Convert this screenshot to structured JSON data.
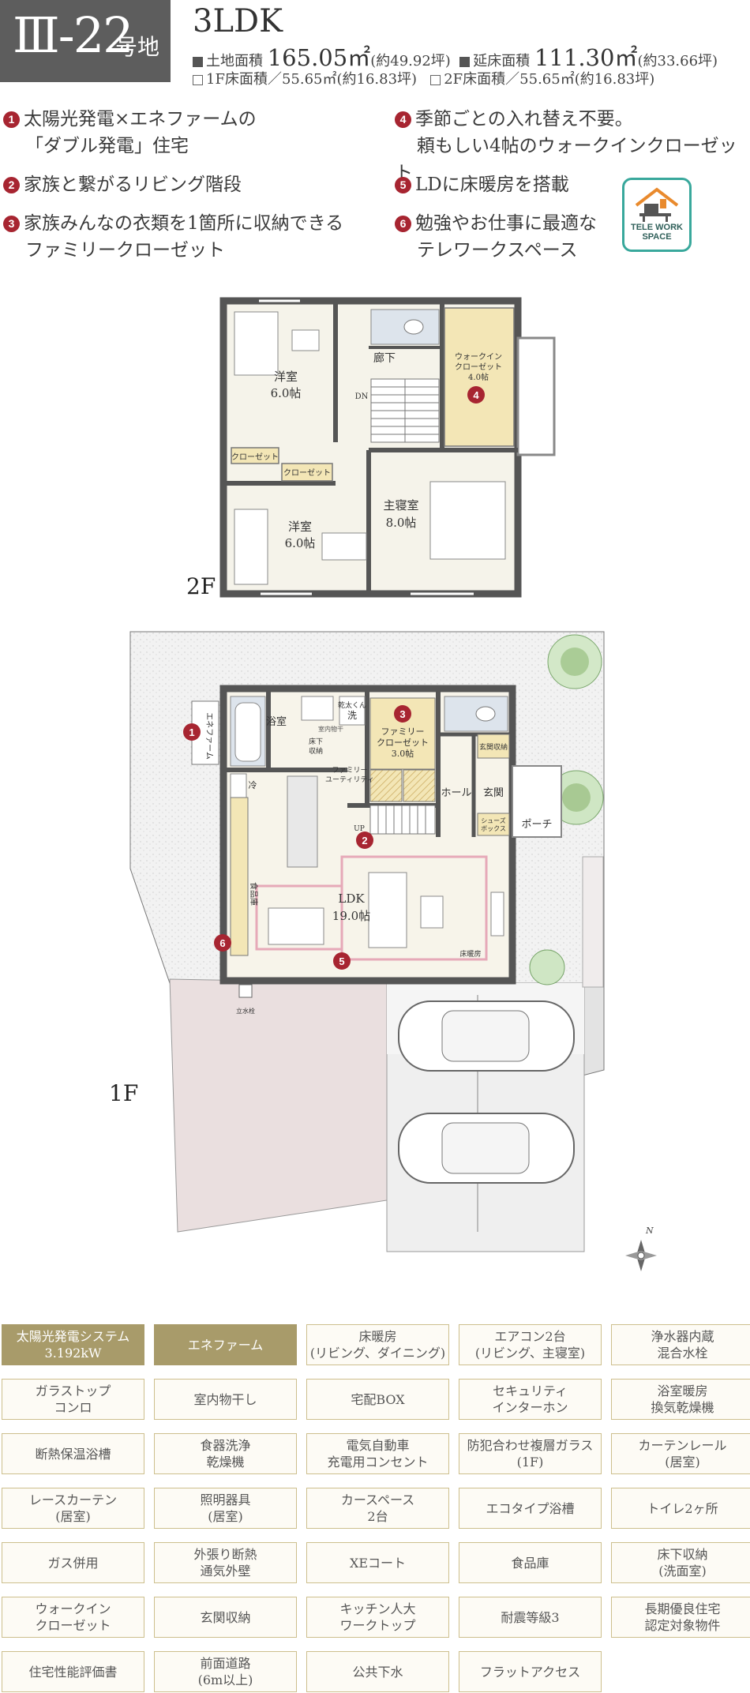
{
  "header": {
    "lot_number": "Ⅲ-22",
    "lot_suffix": "号地",
    "plan_type": "3LDK",
    "land_area_label": "土地面積",
    "land_area_value": "165.05㎡",
    "land_area_tsubo": "(約49.92坪)",
    "floor_area_label": "延床面積",
    "floor_area_value": "111.30㎡",
    "floor_area_tsubo": "(約33.66坪)",
    "first_floor_area": "1F床面積／55.65㎡(約16.83坪)",
    "second_floor_area": "2F床面積／55.65㎡(約16.83坪)"
  },
  "features": [
    {
      "num": "1",
      "line1": "太陽光発電×エネファームの",
      "line2": "「ダブル発電」住宅"
    },
    {
      "num": "2",
      "line1": "家族と繋がるリビング階段",
      "line2": ""
    },
    {
      "num": "3",
      "line1": "家族みんなの衣類を1箇所に収納できる",
      "line2": "ファミリークローゼット"
    },
    {
      "num": "4",
      "line1": "季節ごとの入れ替え不要。",
      "line2": "頼もしい4帖のウォークインクローゼット"
    },
    {
      "num": "5",
      "line1": "LDに床暖房を搭載",
      "line2": ""
    },
    {
      "num": "6",
      "line1": "勉強やお仕事に最適な",
      "line2": "テレワークスペース"
    }
  ],
  "telework_badge": {
    "line1": "TELE WORK",
    "line2": "SPACE"
  },
  "floor_plan": {
    "floor2_label": "2F",
    "floor1_label": "1F",
    "rooms2f": {
      "western1_name": "洋室",
      "western1_size": "6.0帖",
      "western2_name": "洋室",
      "western2_size": "6.0帖",
      "master_name": "主寝室",
      "master_size": "8.0帖",
      "hall": "廊下",
      "dn": "DN",
      "wic_line1": "ウォークイン",
      "wic_line2": "クローゼット",
      "wic_size": "4.0帖",
      "closet1": "クローゼット",
      "closet2": "クローゼット"
    },
    "rooms1f": {
      "enefarm": "エネファーム",
      "bath": "浴室",
      "dryer": "乾太くん",
      "laundry": "洗",
      "indoor_dry": "室内物干",
      "floor_storage_1": "床下",
      "floor_storage_2": "収納",
      "family_closet_line1": "ファミリー",
      "family_closet_line2": "クローゼット",
      "family_closet_size": "3.0帖",
      "family_utility_1": "ファミリー",
      "family_utility_2": "ユーティリティ",
      "entrance_storage": "玄関収納",
      "hall": "ホール",
      "entrance": "玄関",
      "shoes_box_1": "シューズ",
      "shoes_box_2": "ボックス",
      "porch": "ポーチ",
      "fridge": "冷",
      "pantry": "食品庫",
      "up": "UP",
      "ldk_name": "LDK",
      "ldk_size": "19.0帖",
      "floor_heating": "床暖房",
      "faucet": "立水栓"
    },
    "compass": "N",
    "markers": [
      "1",
      "2",
      "3",
      "4",
      "5",
      "6"
    ]
  },
  "equipment": [
    {
      "label": "太陽光発電システム\n3.192kW",
      "highlight": true
    },
    {
      "label": "エネファーム",
      "highlight": true
    },
    {
      "label": "床暖房\n(リビング、ダイニング)",
      "highlight": false
    },
    {
      "label": "エアコン2台\n(リビング、主寝室)",
      "highlight": false
    },
    {
      "label": "浄水器内蔵\n混合水栓",
      "highlight": false
    },
    {
      "label": "ガラストップ\nコンロ",
      "highlight": false
    },
    {
      "label": "室内物干し",
      "highlight": false
    },
    {
      "label": "宅配BOX",
      "highlight": false
    },
    {
      "label": "セキュリティ\nインターホン",
      "highlight": false
    },
    {
      "label": "浴室暖房\n換気乾燥機",
      "highlight": false
    },
    {
      "label": "断熱保温浴槽",
      "highlight": false
    },
    {
      "label": "食器洗浄\n乾燥機",
      "highlight": false
    },
    {
      "label": "電気自動車\n充電用コンセント",
      "highlight": false
    },
    {
      "label": "防犯合わせ複層ガラス\n(1F)",
      "highlight": false
    },
    {
      "label": "カーテンレール\n(居室)",
      "highlight": false
    },
    {
      "label": "レースカーテン\n(居室)",
      "highlight": false
    },
    {
      "label": "照明器具\n(居室)",
      "highlight": false
    },
    {
      "label": "カースペース\n2台",
      "highlight": false
    },
    {
      "label": "エコタイプ浴槽",
      "highlight": false
    },
    {
      "label": "トイレ2ヶ所",
      "highlight": false
    },
    {
      "label": "ガス併用",
      "highlight": false
    },
    {
      "label": "外張り断熱\n通気外壁",
      "highlight": false
    },
    {
      "label": "XEコート",
      "highlight": false
    },
    {
      "label": "食品庫",
      "highlight": false
    },
    {
      "label": "床下収納\n(洗面室)",
      "highlight": false
    },
    {
      "label": "ウォークイン\nクローゼット",
      "highlight": false
    },
    {
      "label": "玄関収納",
      "highlight": false
    },
    {
      "label": "キッチン人大\nワークトップ",
      "highlight": false
    },
    {
      "label": "耐震等級3",
      "highlight": false
    },
    {
      "label": "長期優良住宅\n認定対象物件",
      "highlight": false
    },
    {
      "label": "住宅性能評価書",
      "highlight": false
    },
    {
      "label": "前面道路\n(6m以上)",
      "highlight": false
    },
    {
      "label": "公共下水",
      "highlight": false
    },
    {
      "label": "フラットアクセス",
      "highlight": false
    }
  ],
  "colors": {
    "accent_red": "#a72531",
    "gold": "#a89b6a",
    "teal": "#39a89c"
  }
}
